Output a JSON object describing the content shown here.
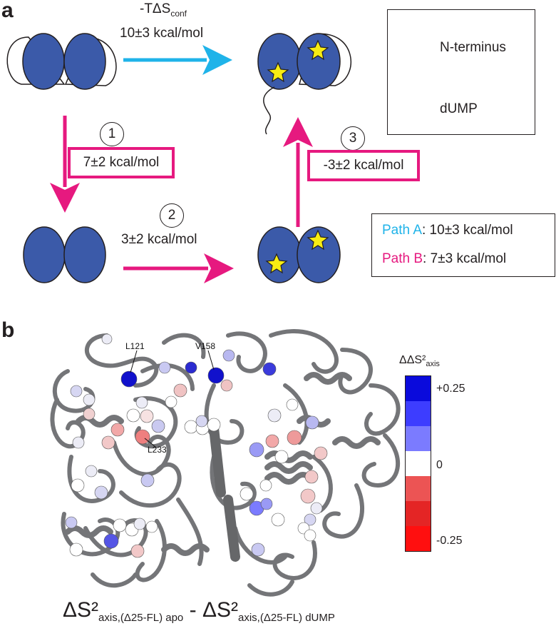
{
  "panel_a": {
    "letter": "a",
    "entropy_label_prefix": "-TΔS",
    "entropy_label_sub": "conf",
    "path_a_value": "10±3 kcal/mol",
    "step1_number": "1",
    "step1_value": "7±2 kcal/mol",
    "step2_number": "2",
    "step2_value": "3±2 kcal/mol",
    "step3_number": "3",
    "step3_value": "-3±2 kcal/mol",
    "legend": {
      "n_terminus_label": "N-terminus",
      "dump_label": "dUMP"
    },
    "paths": {
      "a_name": "Path A",
      "a_value": ": 10±3 kcal/mol",
      "b_name": "Path B",
      "b_value": ": 7±3 kcal/mol"
    }
  },
  "panel_b": {
    "letter": "b",
    "residues": {
      "l121": "L121",
      "v158": "V158",
      "l233": "L233"
    },
    "colorbar": {
      "title_prefix": "ΔΔS²",
      "title_sub": "axis",
      "tick_max": "+0.25",
      "tick_mid": "0",
      "tick_min": "-0.25"
    },
    "formula": {
      "left_symbol": "ΔS²",
      "left_sub": "axis,(Δ25-FL) apo",
      "minus": " - ",
      "right_symbol": "ΔS²",
      "right_sub": "axis,(Δ25-FL) dUMP"
    }
  },
  "colors": {
    "protein_blue": "#3b5aa9",
    "star_yellow": "#f7ec13",
    "cyan_arrow": "#1fb3e9",
    "magenta_arrow": "#e6197f",
    "cb_blue_dark": "#0a0adc",
    "cb_blue_mid": "#3d3dff",
    "cb_blue_light": "#7b7bff",
    "cb_white": "#ffffff",
    "cb_red_light": "#ec5454",
    "cb_red_mid": "#e42525",
    "cb_red_dark": "#ff0f0f"
  }
}
